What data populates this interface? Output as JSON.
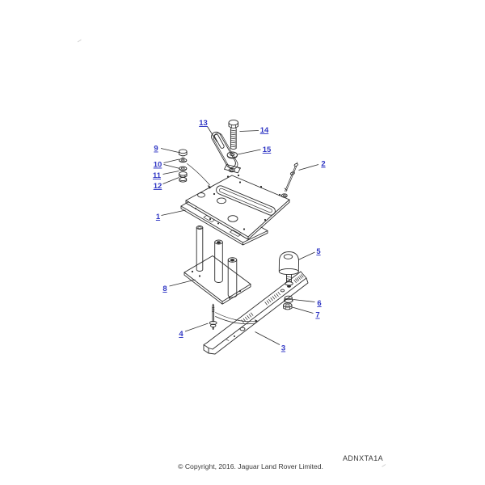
{
  "page": {
    "background": "#ffffff",
    "code": "ADNXTA1A",
    "copyright": "© Copyright, 2016. Jaguar Land Rover Limited."
  },
  "diagram": {
    "callout_color": "#2f36c4",
    "line_color": "#2b2b2b",
    "callouts": [
      "1",
      "2",
      "3",
      "4",
      "5",
      "6",
      "7",
      "8",
      "9",
      "10",
      "11",
      "12",
      "13",
      "14",
      "15"
    ]
  }
}
